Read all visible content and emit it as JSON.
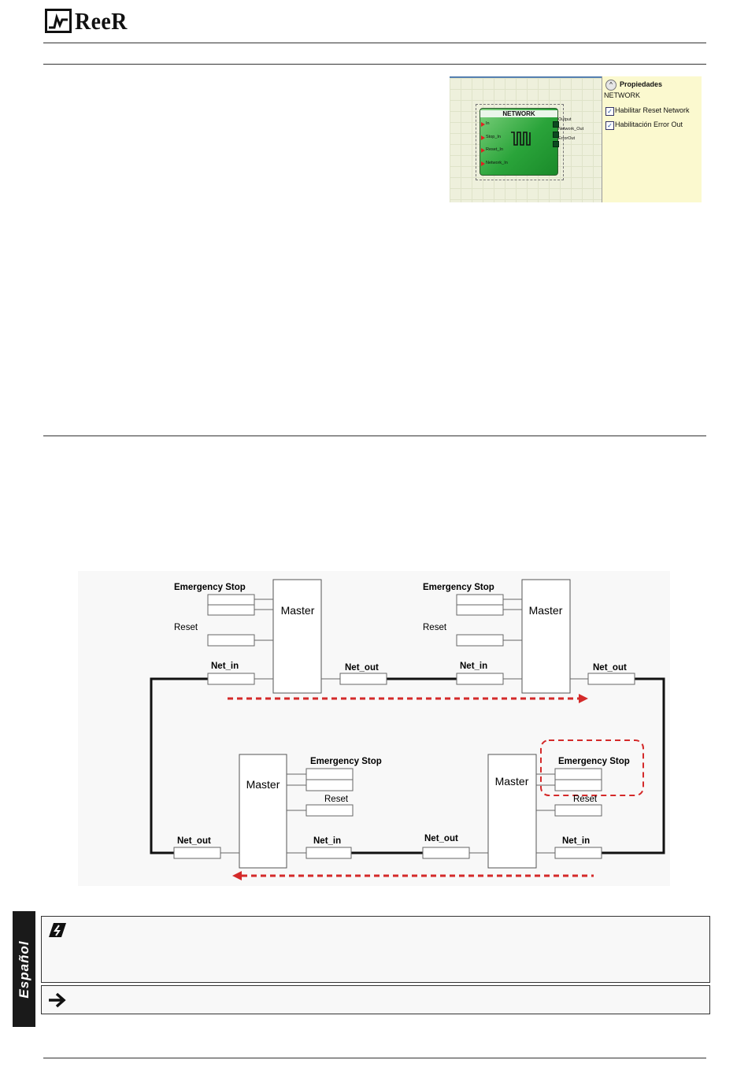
{
  "header": {
    "brand": "ReeR"
  },
  "network_screenshot": {
    "block_title": "NETWORK",
    "inputs": [
      "In",
      "Stop_In",
      "Reset_In",
      "Network_In"
    ],
    "outputs": [
      "Output",
      "Network_Out",
      "ErrorOut"
    ],
    "properties_title": "Propiedades",
    "properties_subtitle": "NETWORK",
    "options": [
      {
        "label": "Habilitar Reset Network",
        "checked": true
      },
      {
        "label": "Habilitación Error Out",
        "checked": true
      }
    ]
  },
  "ring_diagram": {
    "master_label": "Master",
    "emergency_stop_label": "Emergency Stop",
    "reset_label": "Reset",
    "net_in_label": "Net_in",
    "net_out_label": "Net_out",
    "colors": {
      "signal_arrow": "#d42a2a",
      "highlight": "#d42a2a"
    }
  },
  "sidebar": {
    "language": "Español"
  }
}
